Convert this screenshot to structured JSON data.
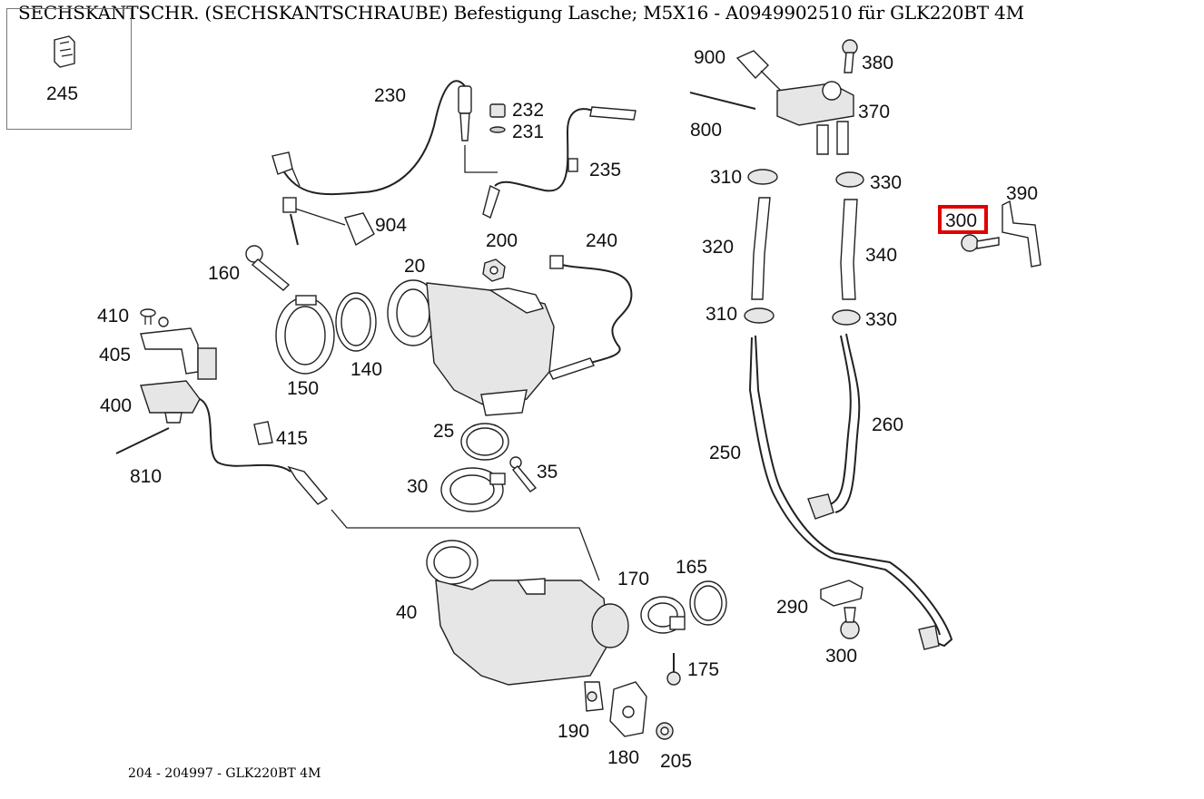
{
  "title": "SECHSKANTSCHR. (SECHSKANTSCHRAUBE) Befestigung Lasche; M5X16 - A0949902510 für GLK220BT 4M",
  "footer": "204 - 204997 - GLK220BT 4M",
  "highlight_color": "#e00000",
  "highlighted_part": "300",
  "labels": {
    "p245": "245",
    "p230": "230",
    "p232": "232",
    "p231": "231",
    "p235": "235",
    "p904": "904",
    "p160": "160",
    "p200": "200",
    "p240": "240",
    "p20": "20",
    "p410": "410",
    "p405": "405",
    "p400": "400",
    "p150": "150",
    "p140": "140",
    "p810": "810",
    "p415": "415",
    "p25": "25",
    "p35": "35",
    "p30": "30",
    "p900": "900",
    "p380": "380",
    "p370": "370",
    "p800": "800",
    "p310a": "310",
    "p330a": "330",
    "p390": "390",
    "p300a": "300",
    "p320": "320",
    "p340": "340",
    "p310b": "310",
    "p330b": "330",
    "p260": "260",
    "p250": "250",
    "p40": "40",
    "p170": "170",
    "p165": "165",
    "p175": "175",
    "p290": "290",
    "p300b": "300",
    "p190": "190",
    "p180": "180",
    "p205": "205"
  }
}
